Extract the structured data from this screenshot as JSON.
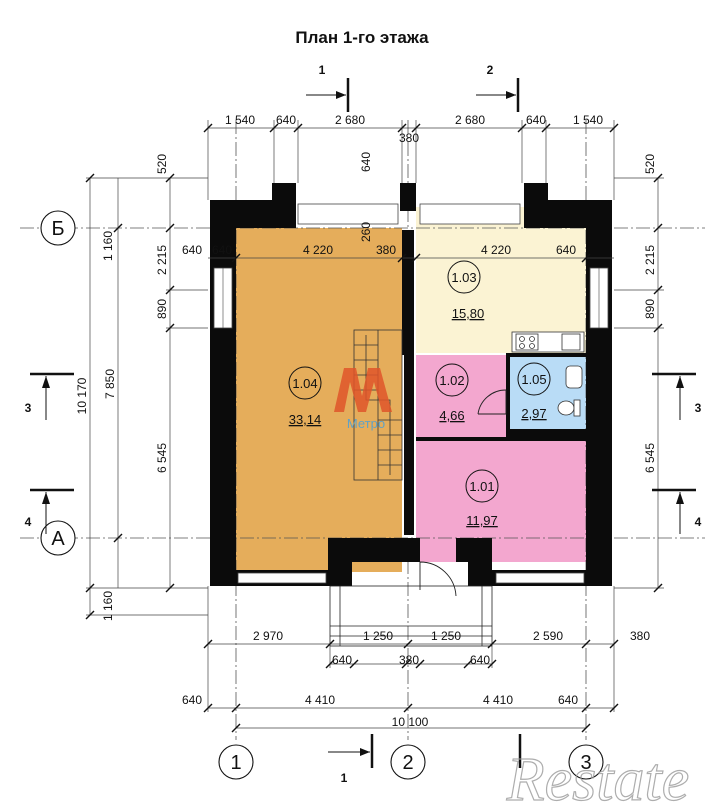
{
  "title": "План 1-го этажа",
  "axes": {
    "vertical": [
      "1",
      "2",
      "3"
    ],
    "horizontal": [
      "Б",
      "А"
    ]
  },
  "sections": {
    "top_left": "1",
    "top_right": "2",
    "left_upper": "3",
    "left_lower": "4",
    "right_upper": "3",
    "right_lower": "4",
    "bottom": "1"
  },
  "rooms": [
    {
      "id": "1.04",
      "area": "33,14",
      "color": "#e5ad5b"
    },
    {
      "id": "1.03",
      "area": "15,80",
      "color": "#fbf3d3"
    },
    {
      "id": "1.02",
      "area": "4,66",
      "color": "#f3a7cf"
    },
    {
      "id": "1.05",
      "area": "2,97",
      "color": "#b9dcf6"
    },
    {
      "id": "1.01",
      "area": "11,97",
      "color": "#f3a7cf"
    }
  ],
  "dims": {
    "top": [
      "1 540",
      "640",
      "2 680",
      "380",
      "2 680",
      "640",
      "1 540"
    ],
    "inner_top": [
      "640",
      "4 220",
      "260",
      "380",
      "4 220",
      "640"
    ],
    "bottom1": [
      "2 970",
      "1 250",
      "1 250",
      "2 590",
      "380"
    ],
    "bottom2": [
      "640",
      "380",
      "640"
    ],
    "bottom3": [
      "640",
      "4 410",
      "4 410",
      "640"
    ],
    "bottom_total": "10 100",
    "left": [
      "520",
      "1 160",
      "2 215",
      "890",
      "6 545",
      "10 170",
      "7 850",
      "1 160"
    ],
    "right": [
      "520",
      "2 215",
      "890",
      "6 545"
    ],
    "inner_v": "640"
  },
  "watermarks": {
    "metro": "Метро",
    "restate": "Restate"
  }
}
